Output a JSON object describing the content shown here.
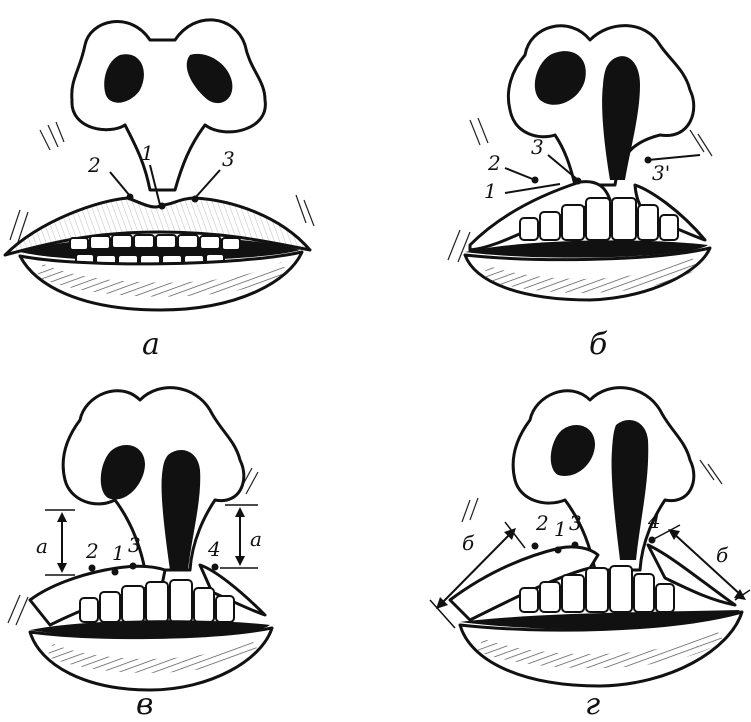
{
  "panels": [
    {
      "caption": "а",
      "labels": [
        "2",
        "1",
        "3"
      ]
    },
    {
      "caption": "б",
      "labels": [
        "2",
        "3",
        "1",
        "3'"
      ]
    },
    {
      "caption": "в",
      "labels": [
        "a",
        "2",
        "1",
        "3",
        "4",
        "a"
      ]
    },
    {
      "caption": "г",
      "labels": [
        "б",
        "2",
        "1",
        "3",
        "4",
        "б"
      ]
    }
  ]
}
